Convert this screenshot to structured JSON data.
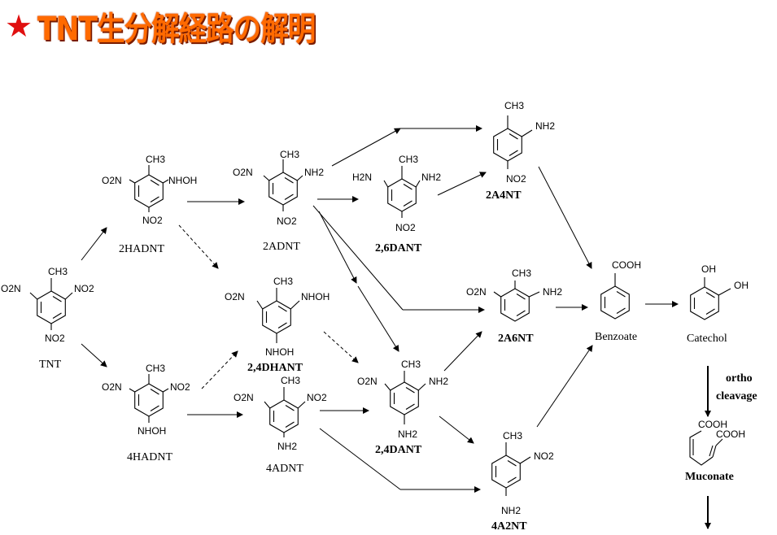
{
  "title": {
    "text": "TNT生分解経路の解明",
    "star_color": "#e01010",
    "text_color": "#ff6a00"
  },
  "groups": {
    "methyl": "CH3",
    "nitro": "NO2",
    "nitro_left": "O2N",
    "amino": "NH2",
    "amino_left": "H2N",
    "hydroxylamino": "NHOH",
    "carboxyl": "COOH",
    "hydroxyl": "OH"
  },
  "compounds": {
    "tnt": "TNT",
    "hadnt2": "2HADNT",
    "hadnt4": "4HADNT",
    "adnt2": "2ADNT",
    "dhant24": "2,4DHANT",
    "adnt4": "4ADNT",
    "dant26": "2,6DANT",
    "dant24": "2,4DANT",
    "a4nt2": "2A4NT",
    "a6nt2": "2A6NT",
    "a2nt4": "4A2NT",
    "benzoate": "Benzoate",
    "catechol": "Catechol",
    "muconate": "Muconate"
  },
  "annotations": {
    "ortho": "ortho",
    "cleavage": "cleavage"
  }
}
